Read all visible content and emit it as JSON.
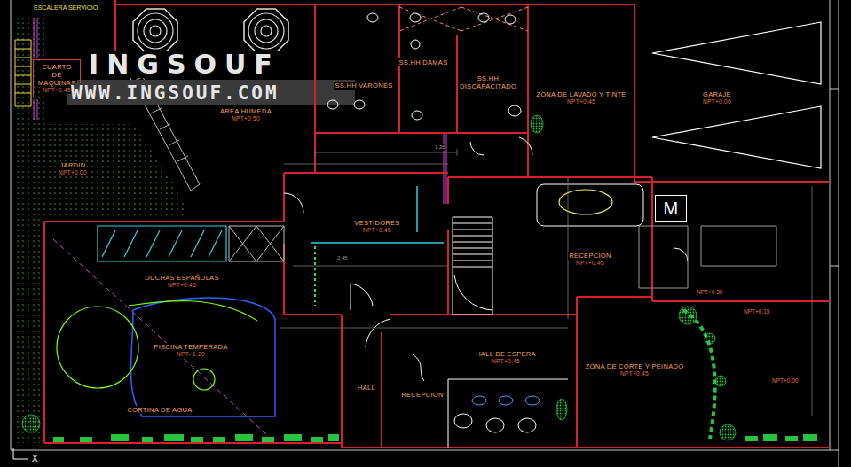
{
  "diagram": {
    "nodes": [
      {
        "text": [
          "CUARTO DE MAQUINAS",
          "NPT+0.45"
        ]
      },
      {
        "text": [
          "AREA HUMEDA",
          "NPT+0.50"
        ]
      },
      {
        "text": [
          "SS.HH DAMAS"
        ]
      },
      {
        "text": [
          "SS.HH VARONES"
        ]
      },
      {
        "text": [
          "SS.HH DISCAPACITADO"
        ]
      },
      {
        "text": [
          "ZONA DE LAVADO Y TINTE",
          "NPT+0.45"
        ]
      },
      {
        "text": [
          "GARAJE",
          "NPT+0.00"
        ]
      },
      {
        "text": [
          "JARDIN",
          "NPT+0.00"
        ]
      },
      {
        "text": [
          "VESTIDORES",
          "NPT+0.45"
        ]
      },
      {
        "text": [
          "RECEPCION",
          "NPT+0.45"
        ]
      },
      {
        "text": [
          "M"
        ]
      },
      {
        "text": [
          "DUCHAS ESPAÑOLAS",
          "NPT+0.45"
        ]
      },
      {
        "text": [
          "PISCINA TEMPERADA",
          "NPT- 1.20"
        ]
      },
      {
        "text": [
          "CORTINA DE AGUA"
        ]
      },
      {
        "text": [
          "HALL"
        ]
      },
      {
        "text": [
          "RECEPCION"
        ]
      },
      {
        "text": [
          "HALL DE ESPERA",
          "NPT+0.45"
        ]
      },
      {
        "text": [
          "ZONA DE CORTE Y PEINADO",
          "NPT+0.45"
        ]
      }
    ],
    "labels": [
      "ESCALERA SERVICIO",
      "INGSOUF",
      "WWW.INGSOUF.COM",
      "NPT+0.30",
      "NPT+0.15",
      "NPT+0.00",
      "1.25",
      "2.45",
      "X"
    ]
  }
}
